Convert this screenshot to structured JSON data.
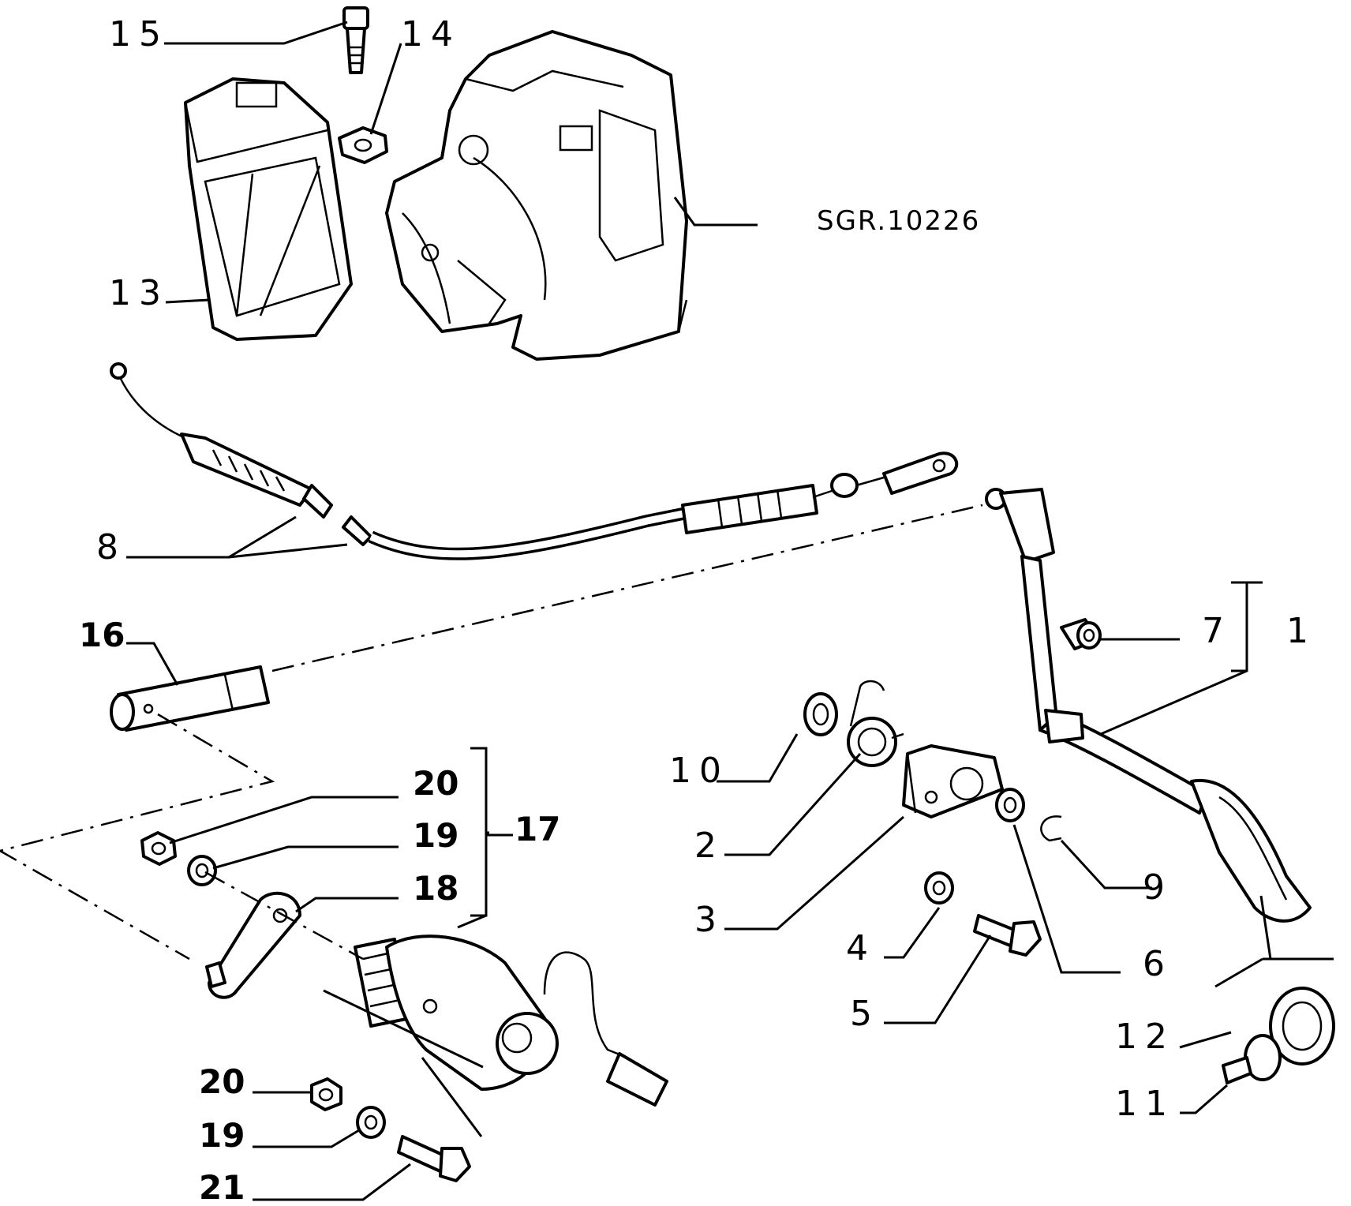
{
  "figure_code": "SGR.10226",
  "labels": {
    "l1": "1",
    "l2": "2",
    "l3": "3",
    "l4": "4",
    "l5": "5",
    "l6": "6",
    "l7": "7",
    "l8": "8",
    "l9": "9",
    "l10": "10",
    "l11": "11",
    "l12": "12",
    "l13": "13",
    "l14": "14",
    "l15": "15",
    "l16": "16",
    "l17": "17",
    "l18": "18",
    "l19a": "19",
    "l19b": "19",
    "l20a": "20",
    "l20b": "20",
    "l21": "21"
  }
}
